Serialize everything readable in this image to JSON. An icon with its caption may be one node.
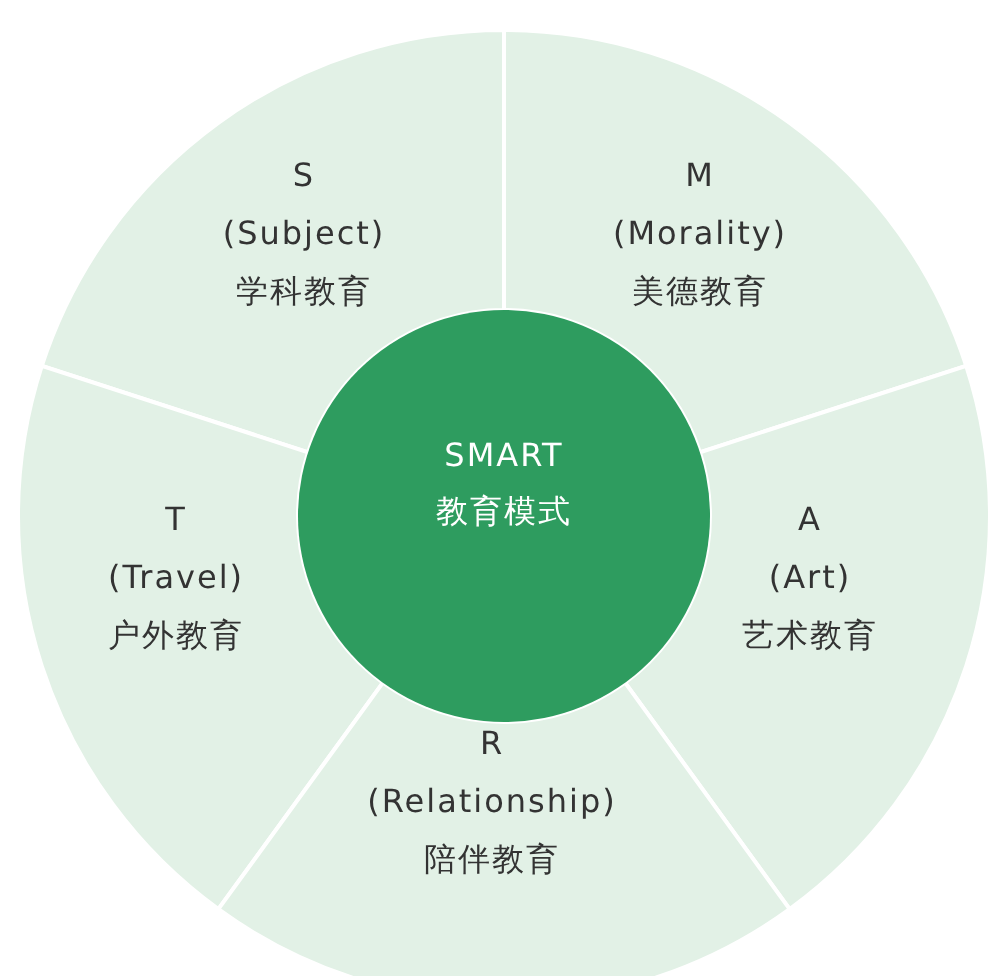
{
  "diagram": {
    "nodes": [
      {
        "text": [
          "S",
          "(Subject)",
          "学科教育"
        ]
      },
      {
        "text": [
          "M",
          "(Morality)",
          "美德教育"
        ]
      },
      {
        "text": [
          "SMART",
          "教育模式"
        ]
      },
      {
        "text": [
          "T",
          "(Travel)",
          "户外教育"
        ]
      },
      {
        "text": [
          "A",
          "(Art)",
          "艺术教育"
        ]
      },
      {
        "text": [
          "R",
          "(Relationship)",
          "陪伴教育"
        ]
      }
    ]
  }
}
